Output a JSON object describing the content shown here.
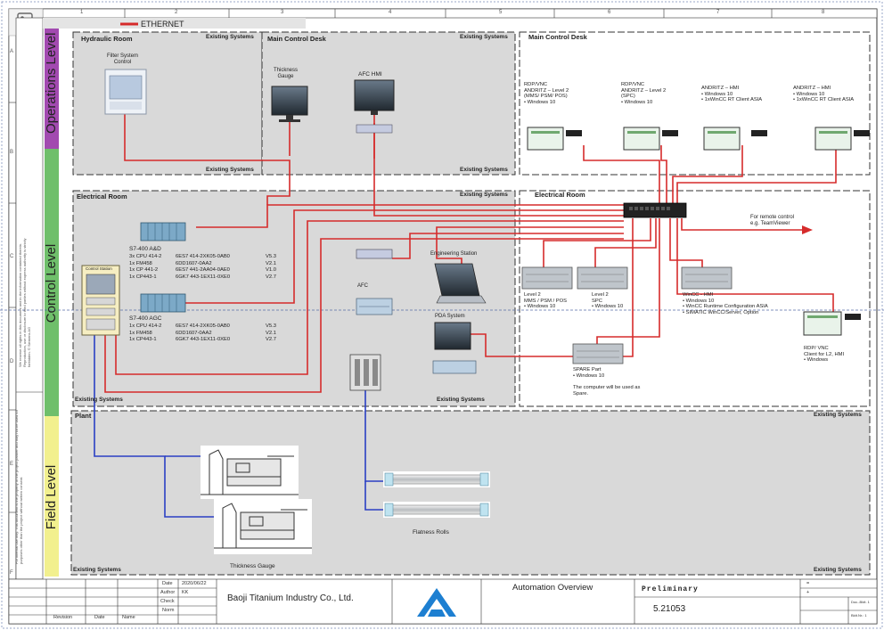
{
  "legend": {
    "ethernet": "ETHERNET"
  },
  "columns": [
    "1",
    "2",
    "3",
    "4",
    "5",
    "6",
    "7",
    "8"
  ],
  "rows": [
    "A",
    "B",
    "C",
    "D",
    "E",
    "F"
  ],
  "levels": {
    "operations": "Operations Level",
    "control": "Control Level",
    "field": "Field Level"
  },
  "side_notes": {
    "top": "We reserve all rights in this document and in the information contained therein. Reproduction, use or disclosure to third parties without express authority is strictly forbidden. © Siemens AG",
    "bottom": "For internal use only. This document is the property of the project partner and may not be used for purposes other than the project without written consent."
  },
  "areas": {
    "hydraulic_room": "Hydraulic Room",
    "main_control_desk_left": "Main Control Desk",
    "main_control_desk_right": "Main Control Desk",
    "electrical_room_left": "Electrical Room",
    "electrical_room_right": "Electrical Room",
    "plant": "Plant",
    "existing": "Existing Systems"
  },
  "devices": {
    "filter_system": "Filter System\nControl",
    "thickness_gauge_top": "Thickness\nGauge",
    "afc_hmi": "AFC HMI",
    "control_station": "Control Station",
    "afc": "AFC",
    "engineering_station": "Engineering Station",
    "pda_system": "PDA System",
    "remote": "For remote control\ne.g. TeamViewer",
    "thickness_gauge_plant": "Thickness Gauge",
    "flatness_rolls": "Flatness Rolls"
  },
  "s7_400_aed": {
    "title": "S7-400 A&D",
    "rows": [
      [
        "3x CPU 414-2",
        "6ES7 414-2XK05-0AB0",
        "V5.3"
      ],
      [
        "1x FM458",
        "6DD1607-0AA2",
        "V2.1"
      ],
      [
        "1x CP 441-2",
        "6ES7 441-2AA04-0AE0",
        "V1.0"
      ],
      [
        "1x CP443-1",
        "6GK7 443-1EX11-0XE0",
        "V2.7"
      ]
    ]
  },
  "s7_400_agc": {
    "title": "S7-400 AGC",
    "rows": [
      [
        "1x CPU 414-2",
        "6ES7 414-2XK05-0AB0",
        "V5.3"
      ],
      [
        "1x FM458",
        "6DD1607-0AA2",
        "V2.1"
      ],
      [
        "1x CP443-1",
        "6GK7 443-1EX11-0XE0",
        "V2.7"
      ]
    ]
  },
  "clients": [
    {
      "text": "RDP/VNC\nANDRITZ – Level 2\n(MMS/ PSM/ POS)\n• Windows 10"
    },
    {
      "text": "RDP/VNC\nANDRITZ – Level 2\n(SPC)\n• Windows 10"
    },
    {
      "text": "ANDRITZ – HMI\n• Windows 10\n• 1xWinCC RT Client ASIA"
    },
    {
      "text": "ANDRITZ – HMI\n• Windows 10\n• 1xWinCC RT Client ASIA"
    }
  ],
  "servers": [
    {
      "text": "Level 2\nMMS / PSM / POS\n• Windows 10"
    },
    {
      "text": "Level 2\nSPC\n• Windows 10"
    },
    {
      "text": "WinCC - HMI\n• Windows 10\n• WinCC Runtime Configuration ASIA\n• SIMATIC WinCC/Server, Option"
    },
    {
      "text": "SPARE Part\n• Windows 10\n\nThe computer will be used as\nSpare."
    },
    {
      "text": "RDP/ VNC\nClient for L2, HMI\n• Windows"
    }
  ],
  "title_block": {
    "date_label": "Date",
    "date": "2020/06/22",
    "author_label": "Author",
    "author": "KK",
    "check_label": "Check",
    "norm_label": "Norm",
    "revision": "Revision",
    "date_col": "Date",
    "name_col": "Name",
    "company": "Baoji Titanium Industry Co., Ltd.",
    "drawing_title": "Automation Overview",
    "status": "Preliminary",
    "number": "5.21053",
    "eq": "=",
    "plus": "+",
    "doc_no": "Doc.-Bldt. 1",
    "sheet_no": "Bldt.Nr.: 1"
  },
  "colors": {
    "ethernet": "#d62b2b",
    "profibus": "#2a3fc4",
    "area_fill": "#d9d9d9",
    "ops_bar": "#a24ab0",
    "ctrl_bar": "#6fbf6b",
    "field_bar": "#f2f08e",
    "andritz_blue": "#1d7fd1"
  }
}
